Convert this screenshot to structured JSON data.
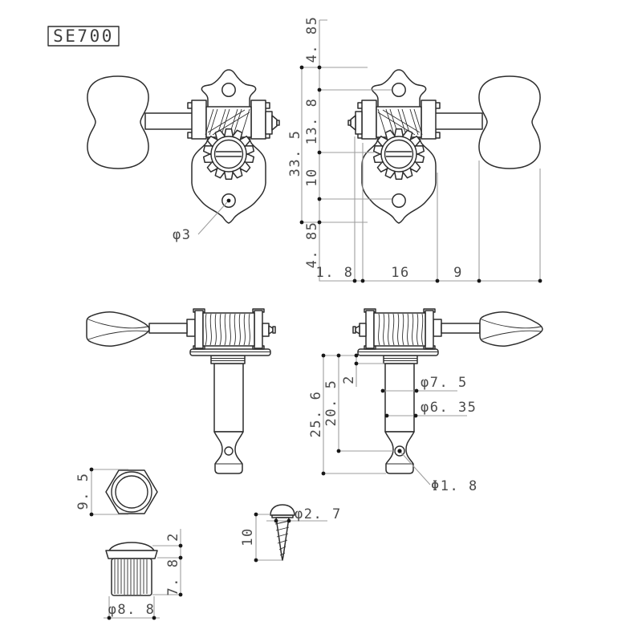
{
  "title": "SE700",
  "colors": {
    "background": "#ffffff",
    "outline": "#2d2d2d",
    "dimension_line": "#9e9e9e",
    "label_text": "#4a4a4a"
  },
  "dims": {
    "front": {
      "hole": "φ3",
      "overall": "33. 5",
      "seg_top": "4. 85",
      "seg_upper": "13. 8",
      "seg_lower": "10",
      "seg_bottom": "4. 85",
      "pin_protrusion": "1. 8",
      "plate_width": "16",
      "shaft_length": "9"
    },
    "side": {
      "collar": "2",
      "post": "20. 5",
      "overall": "25. 6",
      "dia_upper": "φ7. 5",
      "dia_lower": "φ6. 35",
      "string_hole": "Φ1. 8"
    },
    "nut": {
      "across_flats": "9. 5"
    },
    "bushing": {
      "flange": "2",
      "body": "7. 8",
      "dia": "φ8. 8"
    },
    "screw": {
      "dia": "φ2. 7",
      "length": "10"
    }
  }
}
